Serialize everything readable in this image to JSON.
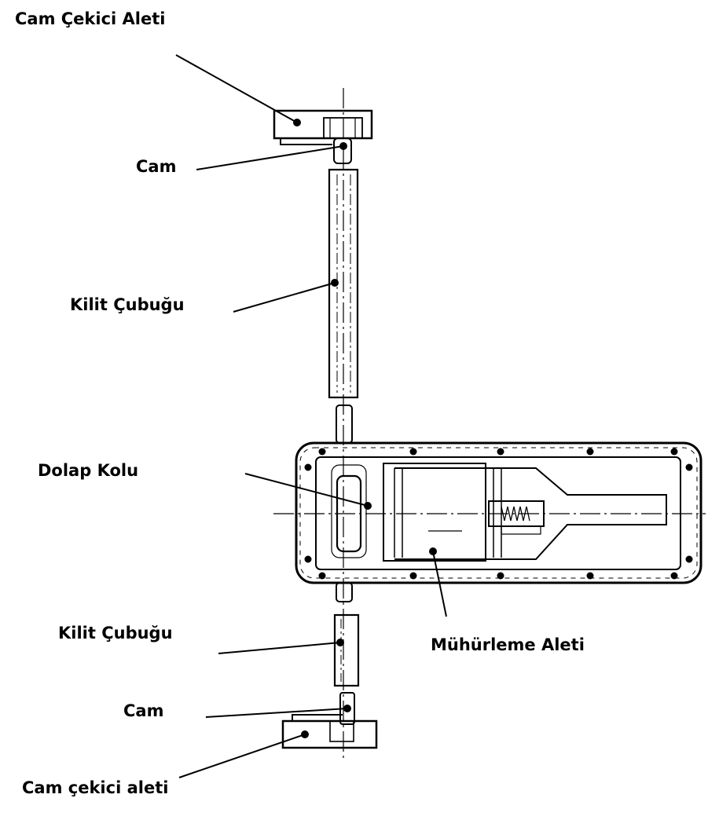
{
  "labels": {
    "cam_cekici_aleti_top": "Cam Çekici Aleti",
    "cam_top": "Cam",
    "kilit_cubugu_top": "Kilit Çubuğu",
    "dolap_kolu": "Dolap Kolu",
    "kilit_cubugu_bottom": "Kilit Çubuğu",
    "muhurleme_aleti": "Mühürleme Aleti",
    "cam_bottom": "Cam",
    "cam_cekici_aleti_bottom": "Cam çekici aleti"
  },
  "colors": {
    "ink": "#000000",
    "background": "#ffffff"
  }
}
